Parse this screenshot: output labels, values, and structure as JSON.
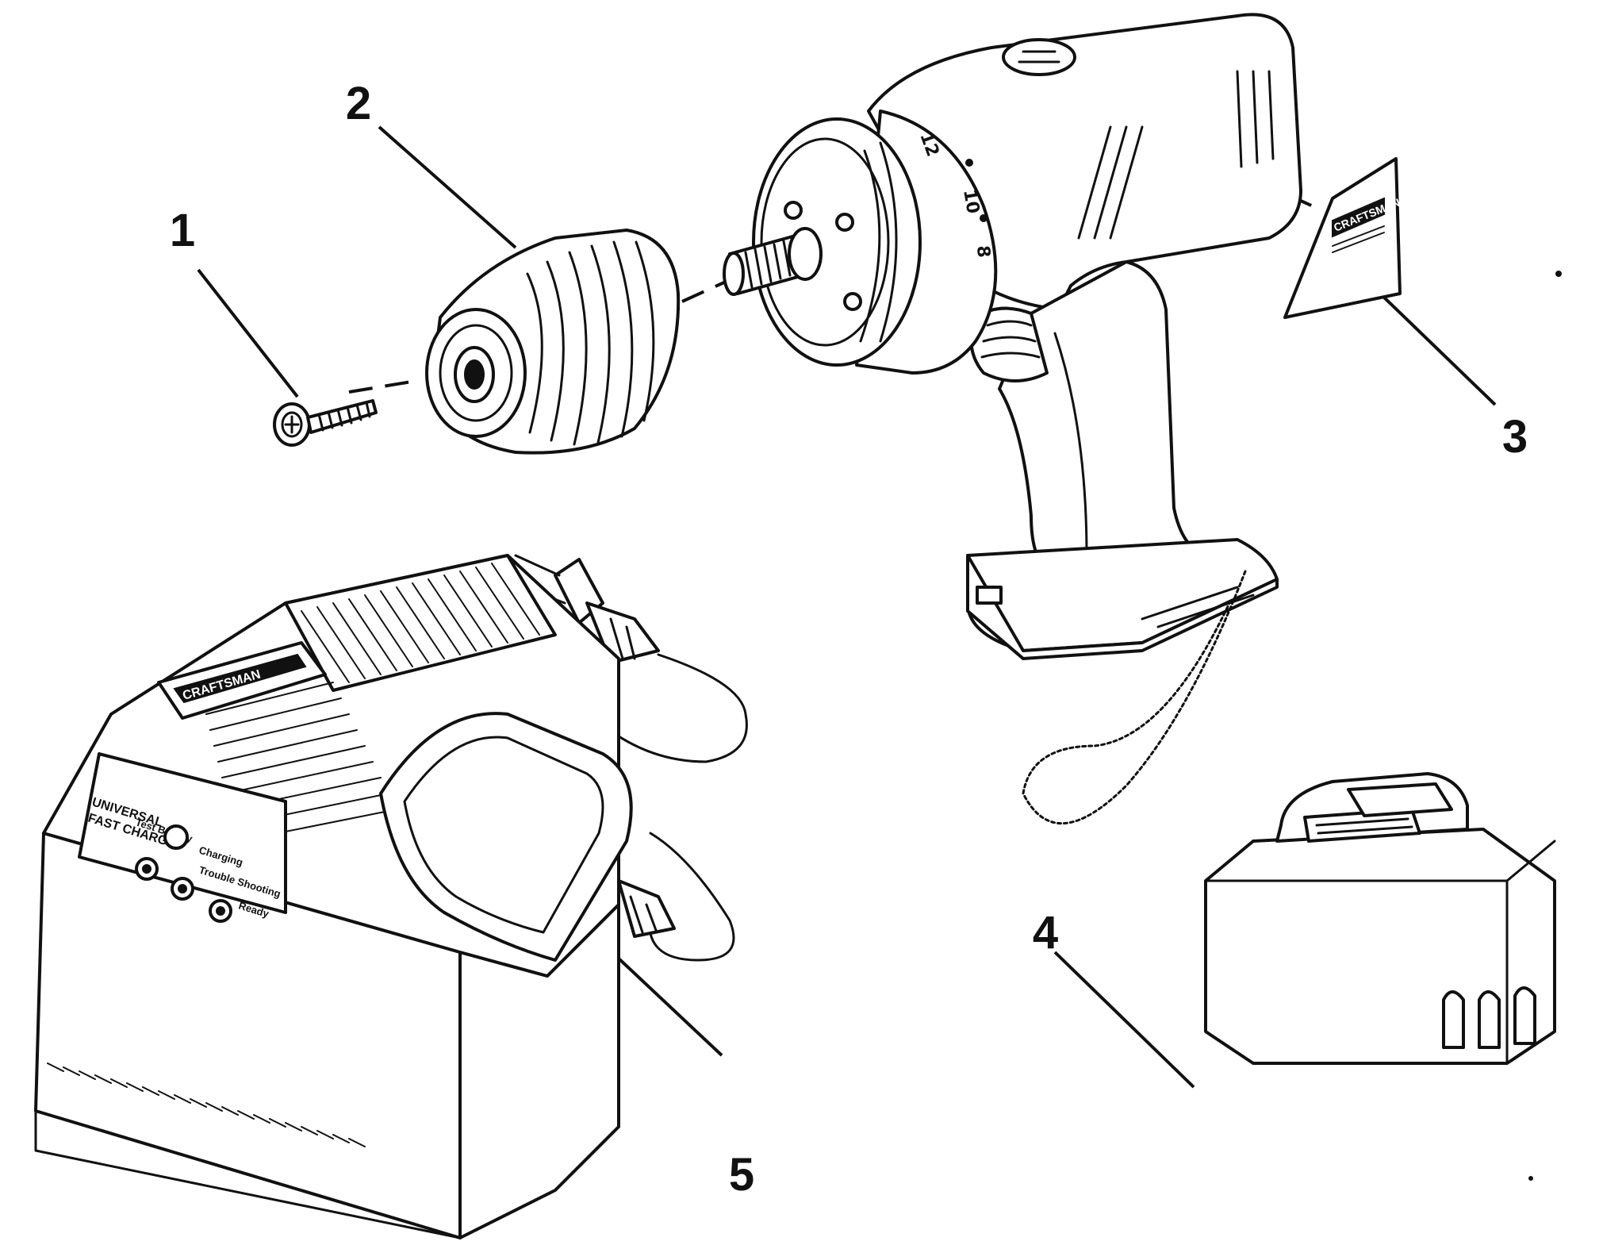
{
  "diagram": {
    "callouts": {
      "screw": "1",
      "chuck": "2",
      "nameplate": "3",
      "battery": "4",
      "charger": "5"
    },
    "brand_plate": "CRAFTSMAN",
    "charger_panel": {
      "title_line1": "UNIVERSAL",
      "title_line2": "FAST CHARGE",
      "test_label": "Test Battery",
      "charging_label": "Charging",
      "trouble_label": "Trouble Shooting",
      "ready_label": "Ready"
    },
    "clutch_marks": [
      "12",
      "10",
      "8"
    ],
    "colors": {
      "ink": "#111111",
      "paper": "#ffffff"
    }
  }
}
